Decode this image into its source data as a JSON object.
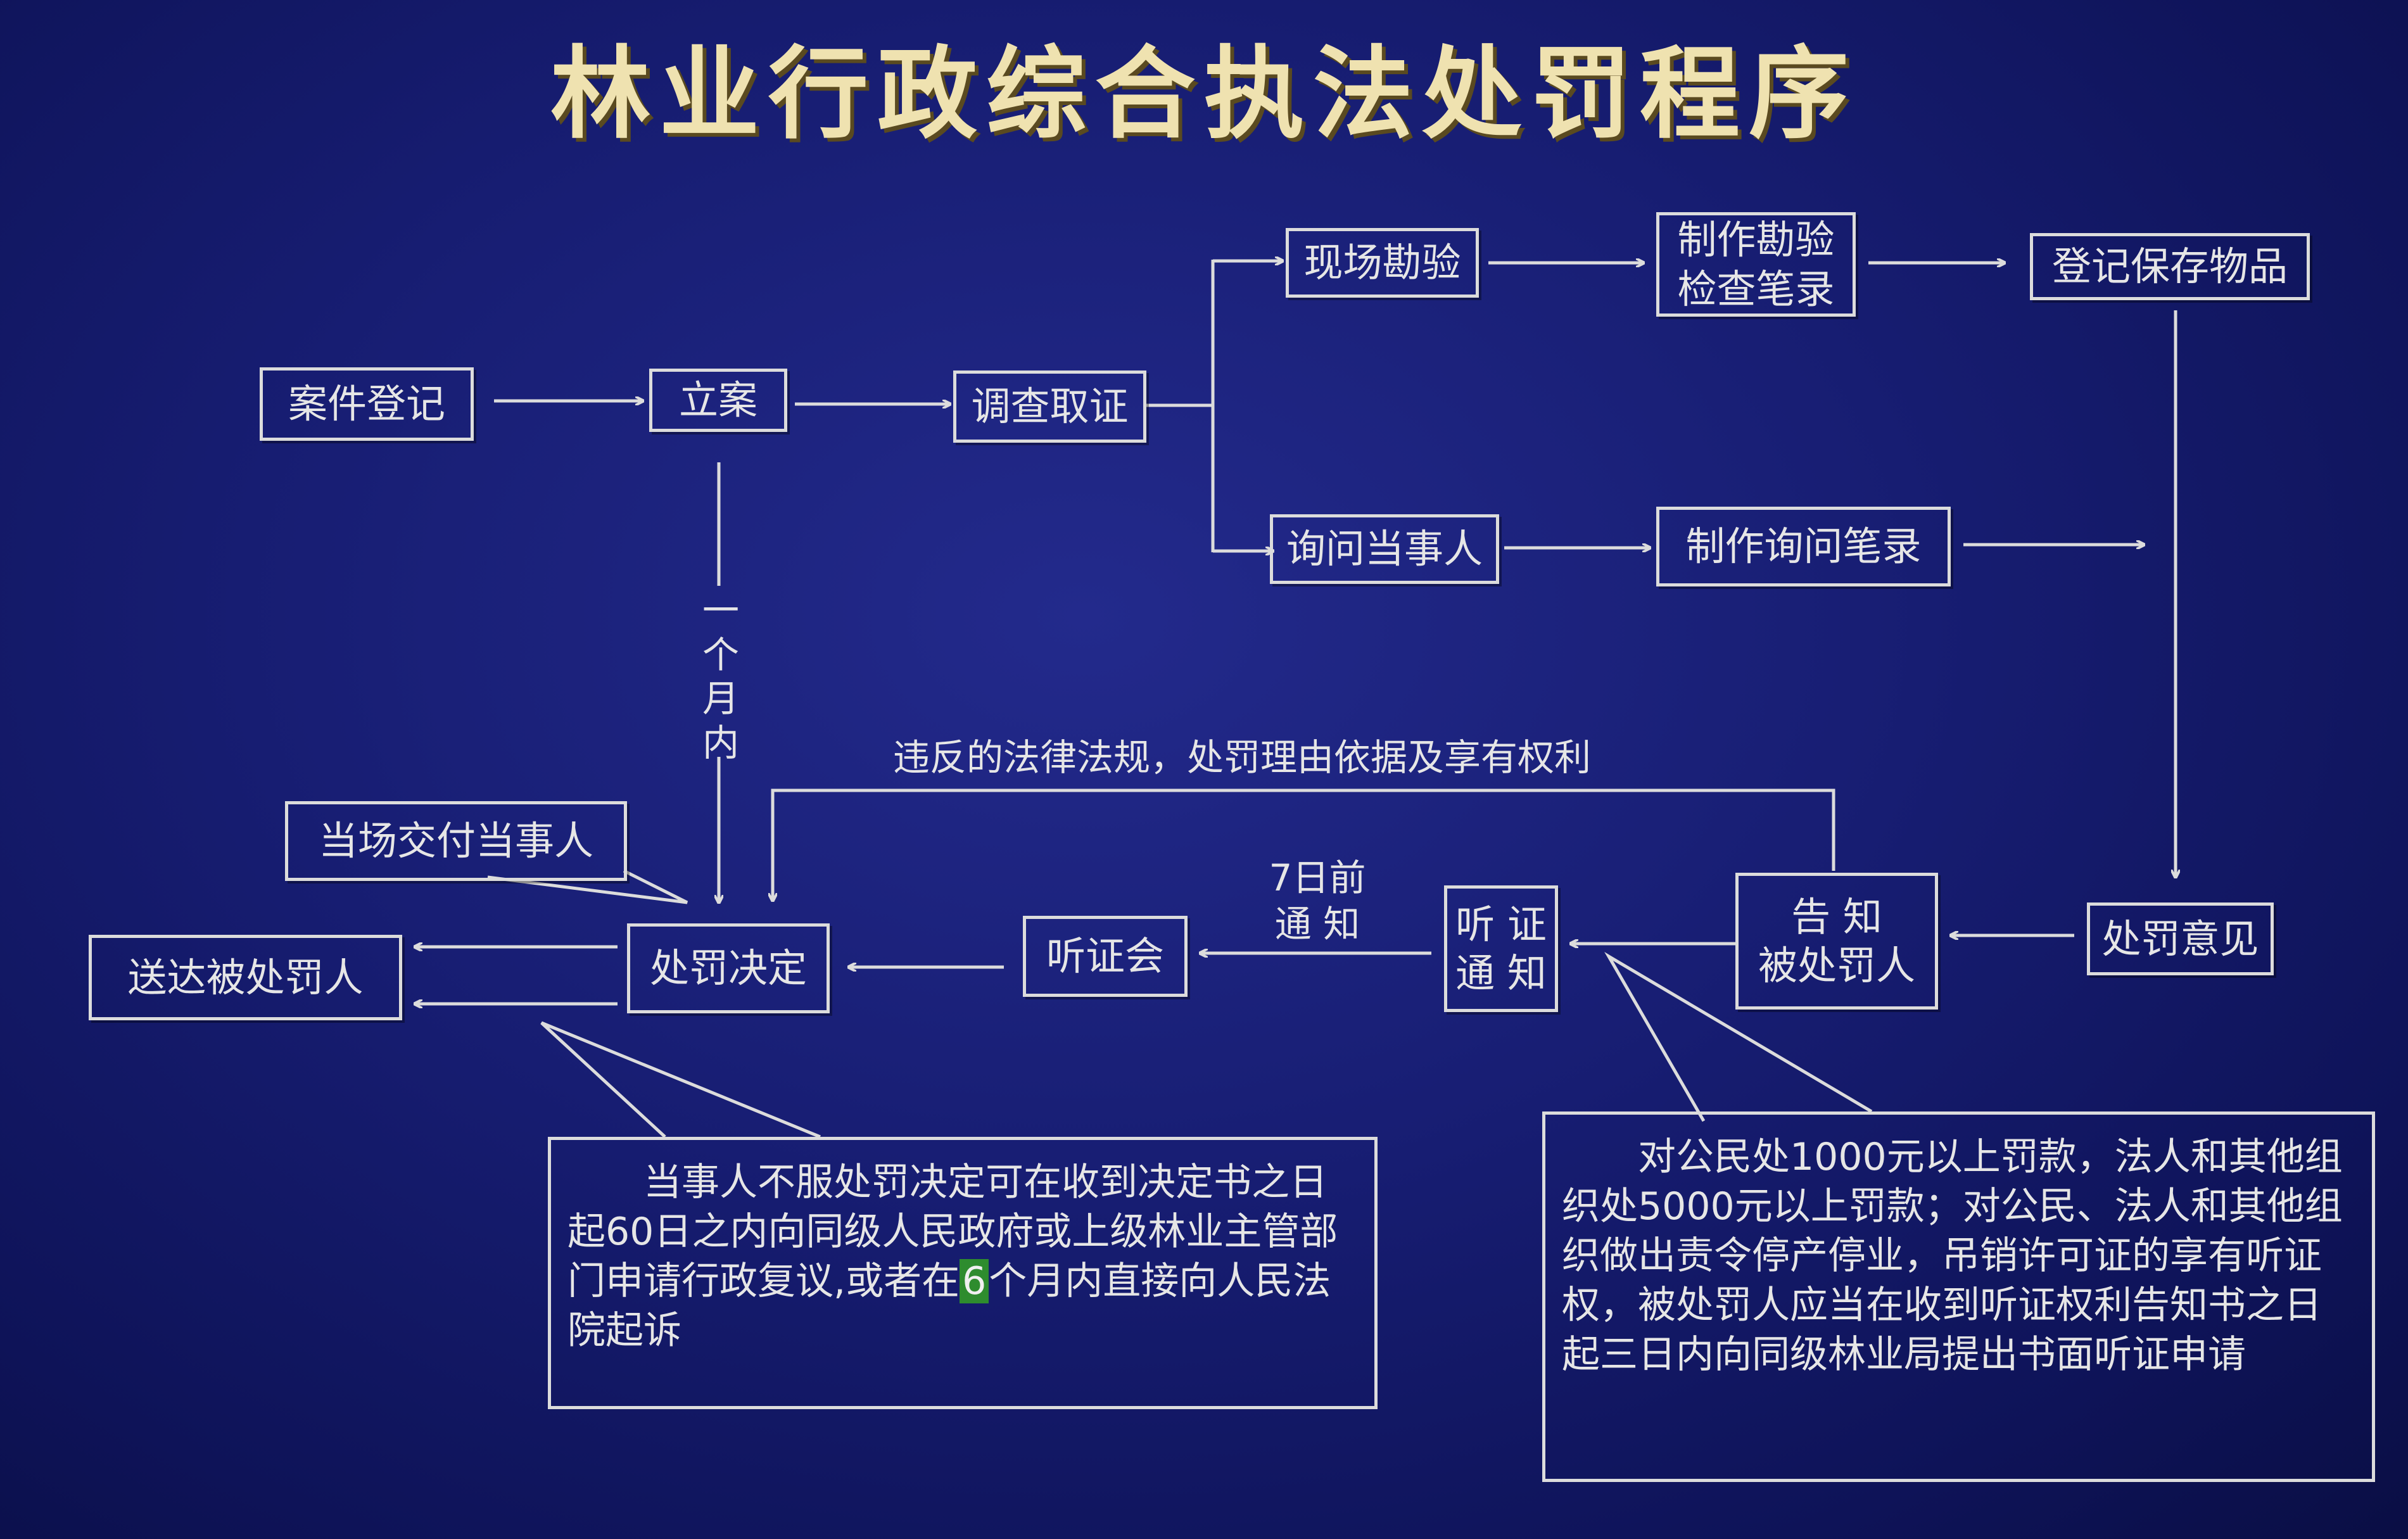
{
  "title": "林业行政综合执法处罚程序",
  "nodes": {
    "case_register": "案件登记",
    "file_case": "立案",
    "investigate": "调查取证",
    "site_inspection": "现场勘验",
    "inspection_record": "制作勘验\n检查笔录",
    "register_items": "登记保存物品",
    "inquire_party": "询问当事人",
    "inquiry_record": "制作询问笔录",
    "penalty_opinion": "处罚意见",
    "notify_penalized": "告 知\n被处罚人",
    "hearing_notice": "听 证\n通 知",
    "hearing": "听证会",
    "penalty_decision": "处罚决定",
    "deliver_penalized": "送达被处罚人",
    "hand_on_site": "当场交付当事人"
  },
  "labels": {
    "within_month": "一\n个\n月\n内",
    "seven_days": "7日前\n通 知",
    "law_basis": "违反的法律法规，处罚理由依据及享有权利"
  },
  "notes": {
    "appeal_text_before": "当事人不服处罚决定可在收到决定书之日起60日之内向同级人民政府或上级林业主管部门申请行政复议,或者在",
    "appeal_highlight": "6",
    "appeal_text_after": "个月内直接向人民法院起诉",
    "hearing_right": "对公民处1000元以上罚款，法人和其他组织处5000元以上罚款；对公民、法人和其他组织做出责令停产停业，吊销许可证的享有听证权，被处罚人应当在收到听证权利告知书之日起三日内向同级林业局提出书面听证申请"
  },
  "colors": {
    "background": "#171d72",
    "line": "#dcdcdc",
    "title": "#efe2b0",
    "highlight": "#2e8c2e"
  }
}
